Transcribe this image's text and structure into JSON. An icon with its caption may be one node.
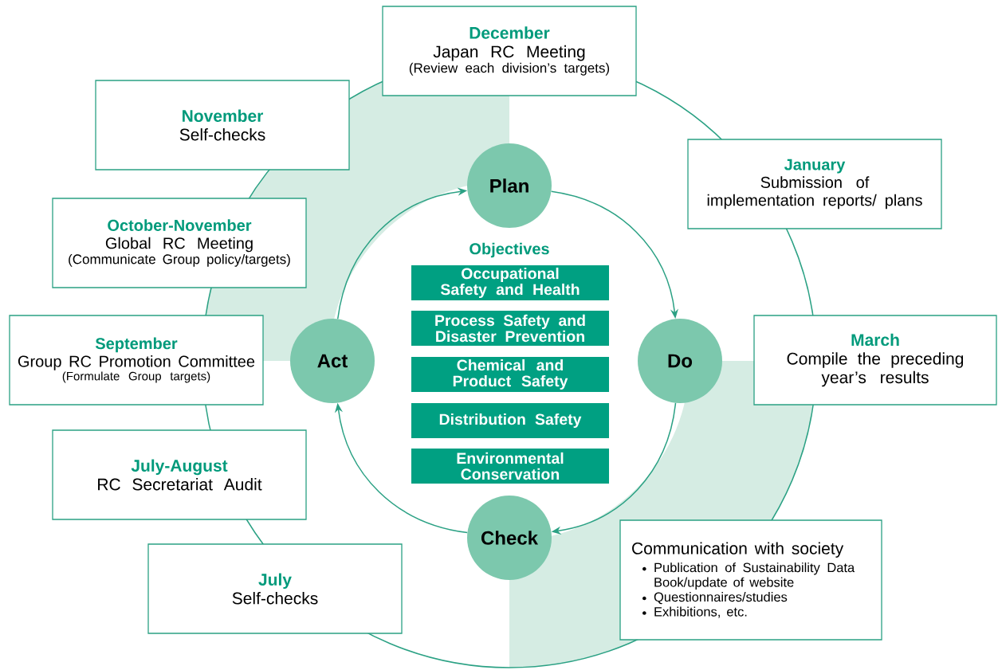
{
  "diagram": {
    "nodes": [
      {
        "text": [
          "December",
          "Japan RC Meeting",
          "(Review each division’s targets)"
        ]
      },
      {
        "text": [
          "November",
          "Self-checks"
        ]
      },
      {
        "text": [
          "January",
          "Submission of implementation reports/ plans"
        ]
      },
      {
        "text": [
          "October-November",
          "Global RC Meeting",
          "(Communicate Group policy/targets)"
        ]
      },
      {
        "text": [
          "September",
          "Group RC Promotion Committee",
          "(Formulate Group targets)"
        ]
      },
      {
        "text": [
          "March",
          "Compile the preceding year’s results"
        ]
      },
      {
        "text": [
          "July-August",
          "RC Secretariat Audit"
        ]
      },
      {
        "text": [
          "July",
          "Self-checks"
        ]
      },
      {
        "text": [
          "Communication with society",
          "Publication of Sustainability Data Book/update of website",
          "Questionnaires/studies",
          "Exhibitions, etc."
        ]
      },
      {
        "text": [
          "Plan"
        ]
      },
      {
        "text": [
          "Do"
        ]
      },
      {
        "text": [
          "Check"
        ]
      },
      {
        "text": [
          "Act"
        ]
      },
      {
        "text": [
          "Occupational Safety and Health"
        ]
      },
      {
        "text": [
          "Process Safety and Disaster Prevention"
        ]
      },
      {
        "text": [
          "Chemical and Product Safety"
        ]
      },
      {
        "text": [
          "Distribution Safety"
        ]
      },
      {
        "text": [
          "Environmental Conservation"
        ]
      }
    ],
    "edges": [
      {
        "from": 9,
        "to": 10,
        "arrow": "to"
      },
      {
        "from": 10,
        "to": 11,
        "arrow": "to"
      },
      {
        "from": 11,
        "to": 12,
        "arrow": "to"
      },
      {
        "from": 12,
        "to": 9,
        "arrow": "to"
      }
    ],
    "labels": [
      "Objectives"
    ]
  }
}
